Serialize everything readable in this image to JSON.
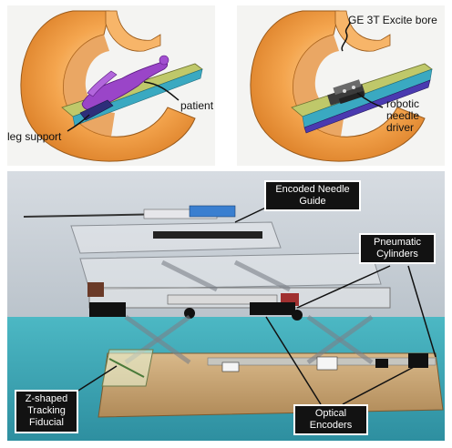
{
  "top_left": {
    "labels": {
      "patient": "patient",
      "leg_support": "leg support"
    }
  },
  "top_right": {
    "labels": {
      "bore": "GE 3T Excite bore",
      "driver": [
        "robotic",
        "needle",
        "driver"
      ]
    }
  },
  "photo": {
    "callouts": {
      "needle_guide": [
        "Encoded Needle",
        "Guide"
      ],
      "cylinders": [
        "Pneumatic",
        "Cylinders"
      ],
      "fiducial": [
        "Z-shaped",
        "Tracking",
        "Fiducial"
      ],
      "encoders": [
        "Optical",
        "Encoders"
      ]
    }
  },
  "colors": {
    "bore_orange": "#f0a04a",
    "patient_purple": "#9a45c8",
    "table_green": "#bfc86a",
    "table_teal": "#3aa9c1",
    "driver_blue": "#4a3ab0",
    "callout_bg": "#121212"
  }
}
